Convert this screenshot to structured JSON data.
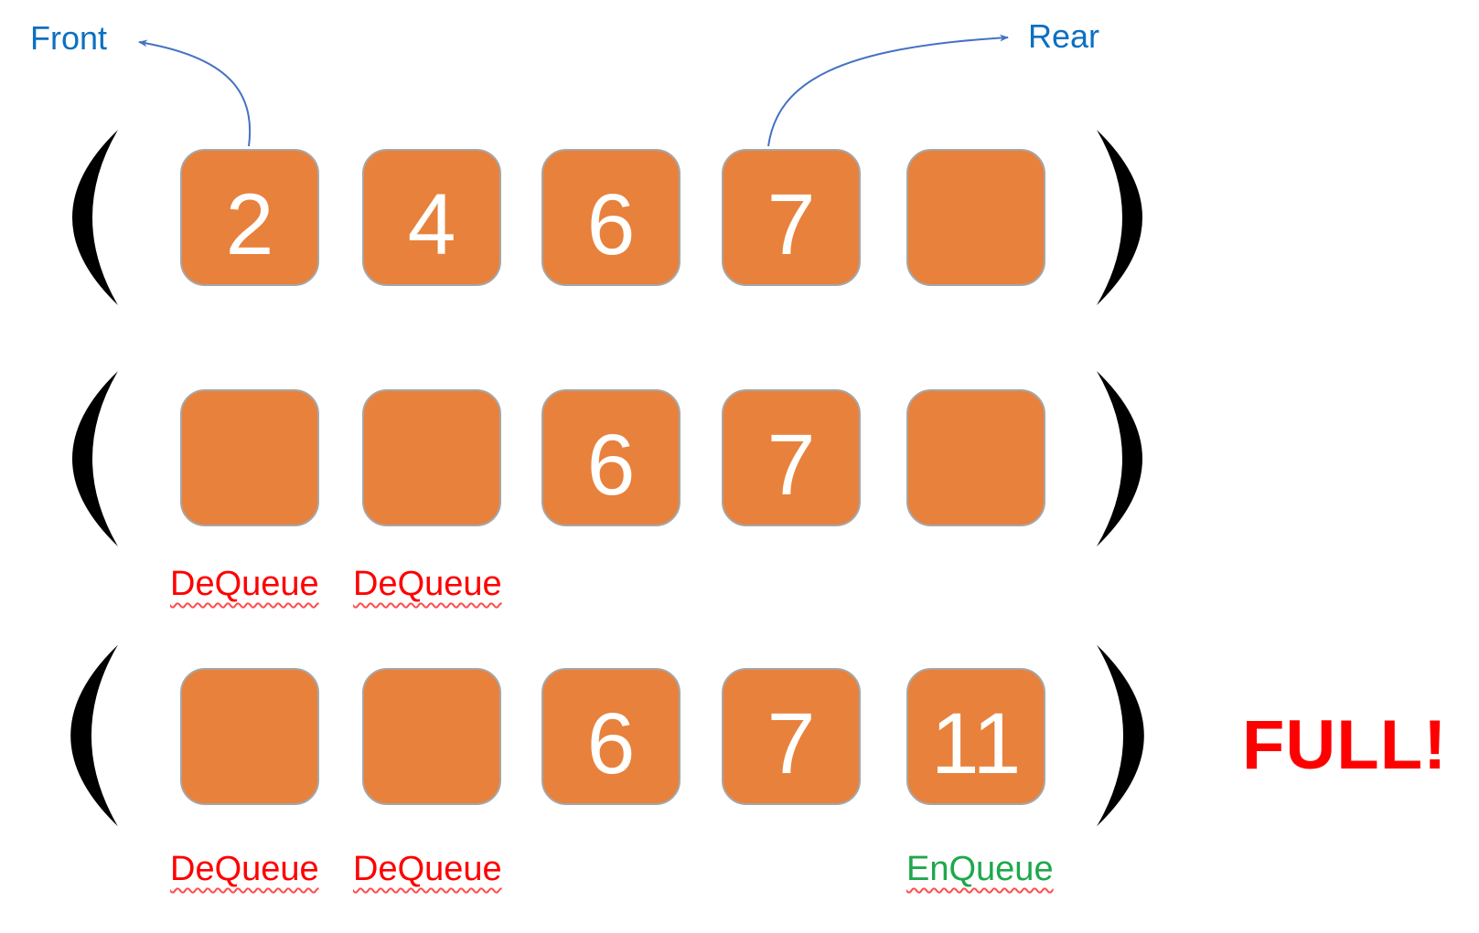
{
  "labels": {
    "front": "Front",
    "rear": "Rear"
  },
  "pointers": {
    "front": {
      "label": "Front",
      "target_cell_index": 0
    },
    "rear": {
      "label": "Rear",
      "target_cell_index": 3
    }
  },
  "queue_states": [
    {
      "cells": [
        "2",
        "4",
        "6",
        "7",
        ""
      ]
    },
    {
      "cells": [
        "",
        "",
        "6",
        "7",
        ""
      ],
      "ops": [
        {
          "label": "DeQueue"
        },
        {
          "label": "DeQueue"
        }
      ]
    },
    {
      "cells": [
        "",
        "",
        "6",
        "7",
        "11"
      ],
      "ops": [
        {
          "label": "DeQueue"
        },
        {
          "label": "DeQueue"
        },
        {
          "label": "EnQueue"
        }
      ],
      "status": "FULL!"
    }
  ],
  "decorations": {
    "paren_open": "(",
    "paren_close": ")"
  },
  "colors": {
    "box_fill": "#E8813C",
    "box_border": "#A6A6A6",
    "cell_number": "#FFFFFF",
    "pointer_text_blue": "#0C70C2",
    "arrow_blue": "#4472C4",
    "dequeue_red": "#FF0000",
    "enqueue_green": "#1EA84C",
    "full_red": "#FF0000",
    "squiggle_red": "#FF4D4D",
    "paren_black": "#000000",
    "background": "#FFFFFF"
  }
}
